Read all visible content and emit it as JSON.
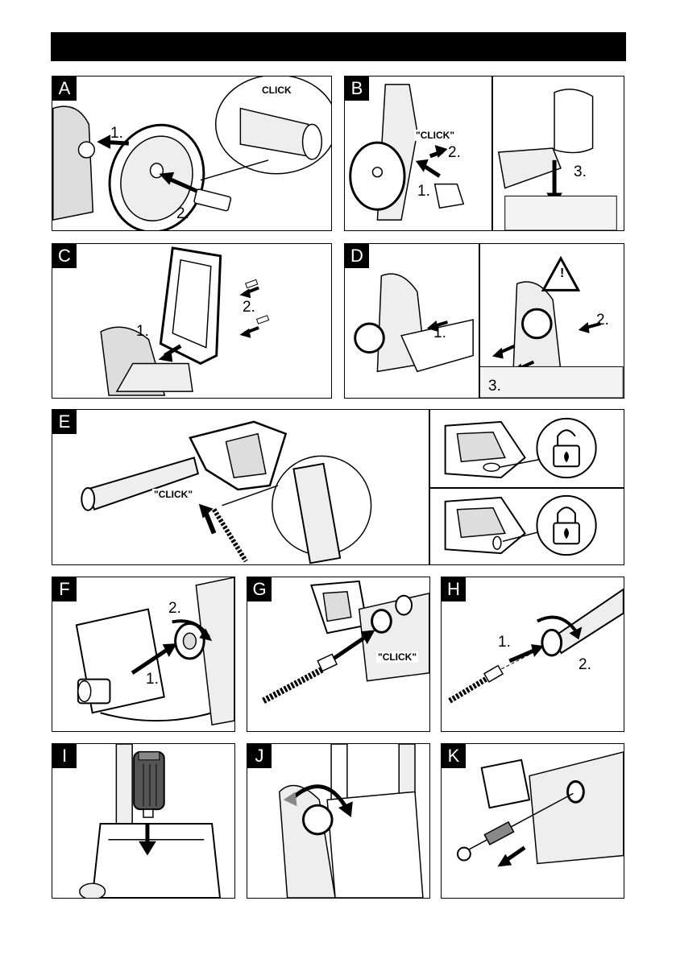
{
  "panels": {
    "A": {
      "letter": "A",
      "steps": [
        "1.",
        "2."
      ],
      "callout": "CLICK"
    },
    "B": {
      "letter": "B",
      "steps": [
        "\"CLICK\"",
        "2.",
        "1.",
        "3."
      ]
    },
    "C": {
      "letter": "C",
      "steps": [
        "2.",
        "1."
      ]
    },
    "D": {
      "letter": "D",
      "steps": [
        "1.",
        "2.",
        "3."
      ],
      "warning_symbol": "!"
    },
    "E": {
      "letter": "E",
      "callout": "\"CLICK\""
    },
    "F": {
      "letter": "F",
      "steps": [
        "2.",
        "1."
      ]
    },
    "G": {
      "letter": "G",
      "callout": "\"CLICK\""
    },
    "H": {
      "letter": "H",
      "steps": [
        "1.",
        "2."
      ]
    },
    "I": {
      "letter": "I"
    },
    "J": {
      "letter": "J"
    },
    "K": {
      "letter": "K"
    }
  },
  "icons": {
    "unlocked": "padlock-open-icon",
    "locked": "padlock-closed-icon",
    "warning": "warning-triangle-icon"
  }
}
